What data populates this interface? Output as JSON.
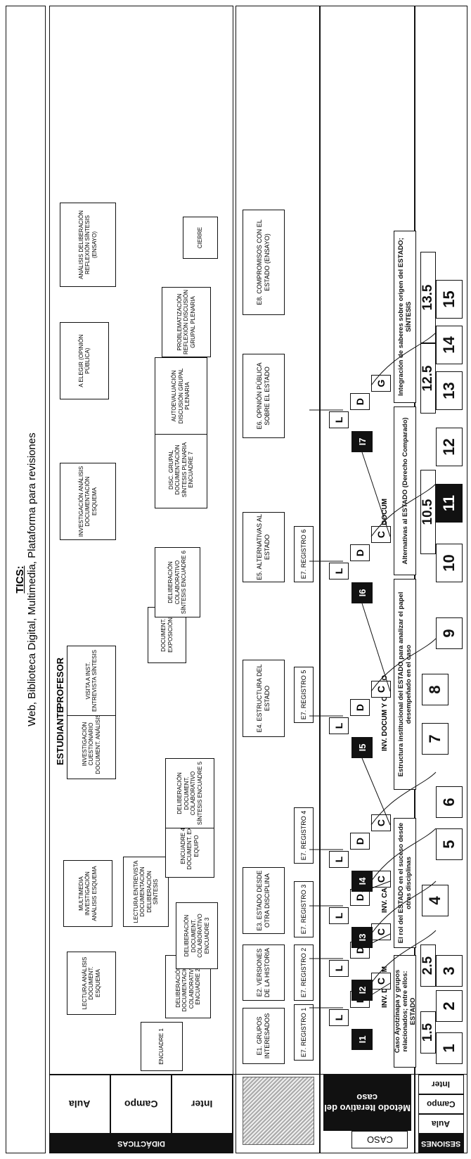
{
  "top_bar": {
    "sesiones_label": "SESIONES",
    "sesiones_items": [
      "Aula",
      "Campo",
      "Inter"
    ],
    "stage_headers": [
      "Caso Ayotzinapa y grupos relacionados; entre ellos: ESTADO",
      "El rol del ESTADO en el suceso desde otras disciplinas",
      "Estructura institucional del ESTADO para analizar el papel desempeñado en el caso",
      "Alternativas al ESTADO (Derecho Comparado)",
      "Integración de saberes sobre origen del ESTADO; SÍNTESIS"
    ],
    "sintesis_tag": "SÍNTESIS"
  },
  "sessions": {
    "main": [
      "1",
      "2",
      "3",
      "4",
      "5",
      "6",
      "7",
      "8",
      "9",
      "10",
      "11",
      "12",
      "13",
      "14",
      "15"
    ],
    "half": [
      "1.5",
      "2.5",
      "10.5",
      "12.5",
      "13.5"
    ],
    "inv_labels": [
      "INV. DOCUM",
      "INV. CAMPO",
      "INV. DOCUM Y CAMPO",
      "INV. DOCUM"
    ]
  },
  "method": {
    "title": "Método Iterativo del caso",
    "caso": "CASO",
    "iterations": [
      "I1",
      "I2",
      "I3",
      "I4",
      "I5",
      "I6",
      "I7"
    ],
    "ldc": [
      "L",
      "D",
      "C"
    ],
    "ldg": [
      "L",
      "D",
      "G"
    ],
    "registros": [
      "E7. REGISTRO 1",
      "E7. REGISTRO 2",
      "E7. REGISTRO 3",
      "E7. REGISTRO 4",
      "E7. REGISTRO 5",
      "E7. REGISTRO 6"
    ],
    "etapas": [
      "E1. GRUPOS INTERESADOS",
      "E2. VERSIONES DE LA HISTORIA",
      "E3. ESTADO DESDE OTRA DISCIPLINA",
      "E4. ESTRUCTURA DEL ESTADO",
      "E5. ALTERNATIVAS AL ESTADO",
      "E6. OPINIÓN PÚBLICA SOBRE EL ESTADO",
      "E8. COMPROMISOS CON EL ESTADO (ENSAYO)"
    ]
  },
  "didacticas": {
    "label": "DIDÁCTICAS",
    "items": [
      "Aula",
      "Campo",
      "Inter"
    ],
    "activities": [
      "ENCUADRE 1",
      "DELIBERACIÓN DOCUMENTACIÓN COLABORATIVO ENCUADRE 2",
      "LECTURA ANÁLISIS DOCUMENT. ESQUEMA",
      "DELIBERACIÓN DOCUMENT. COLABORATIVO ENCUADRE 3",
      "MULTIMEDIA INVESTIGACIÓN ANÁLISIS ESQUEMA",
      "LECTURA ENTREVISTA DOCUMENTACIÓN DELIBERACIÓN SÍNTESIS",
      "ENCUADRE 4 DOCUMENT. EXP. EQUIPO",
      "DELIBERACIÓN DOCUMENT. COLABORATIVO SÍNTESIS ENCUADRE 5",
      "INVESTIGACIÓN CUESTIONARIO DOCUMENT. ANÁLISIS",
      "VISITA A INST. ENTREVISTA SÍNTESIS",
      "DOCUMENT. EXPOSICIÓN",
      "DELIBERACIÓN COLABORATIVO SÍNTESIS ENCUADRE 6",
      "DISC. GRUPAL DOCUMENTACIÓN SÍNTESIS PLENARIA ENCUADRE 7",
      "INVESTIGACIÓN ANÁLISIS DOCUMENTACIÓN ESQUEMA",
      "AUTOEVALUACIÓN DISCUSIÓN GRUPAL PLENARIA",
      "A ELEGIR (OPINIÓN PÚBLICA)",
      "PROBLEMATIZACIÓN REFLEXIÓN DISCUSIÓN GRUPAL PLENARIA",
      "CIERRE",
      "ANÁLISIS DELIBERACIÓN REFLEXIÓN SÍNTESIS (ENSAYO)"
    ],
    "roles": [
      "PROFESOR",
      "ESTUDIANTE"
    ]
  },
  "tics": {
    "label": "TICS:",
    "text": "Web, Biblioteca Digital, Multimedia, Plataforma para revisiones"
  }
}
